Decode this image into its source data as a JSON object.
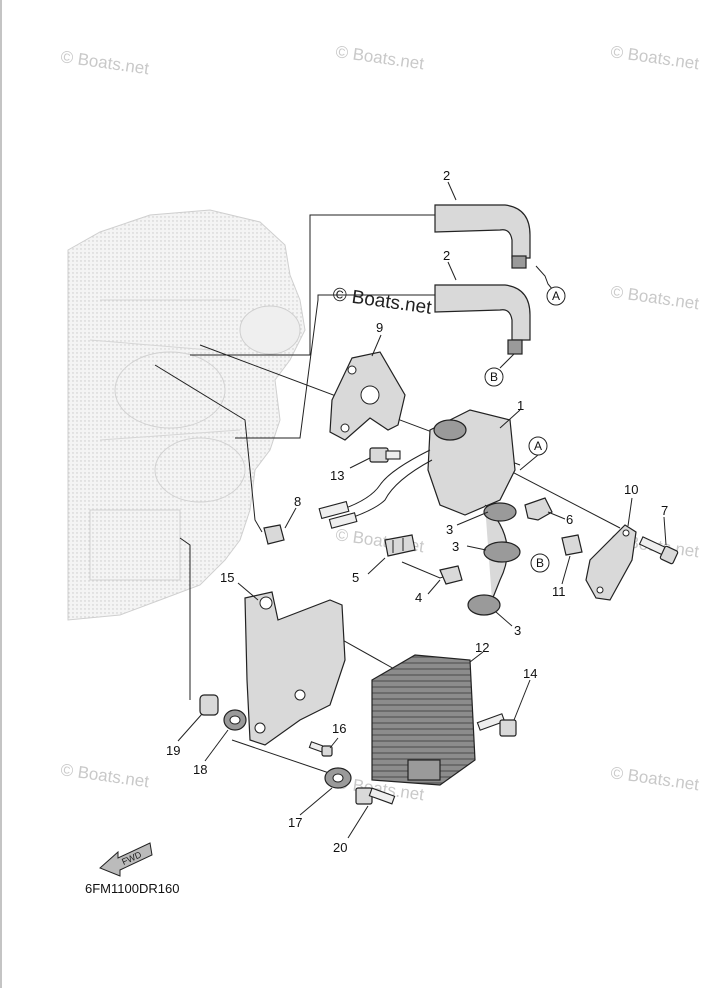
{
  "watermark_text": "© Boats.net",
  "diagram_code": "6FM1100DR160",
  "fwd_label": "FWD",
  "callouts": [
    "1",
    "2",
    "2",
    "3",
    "3",
    "3",
    "4",
    "5",
    "6",
    "7",
    "8",
    "9",
    "10",
    "11",
    "12",
    "13",
    "14",
    "15",
    "16",
    "17",
    "18",
    "19",
    "20"
  ],
  "connectors": [
    "A",
    "B",
    "A",
    "B"
  ]
}
